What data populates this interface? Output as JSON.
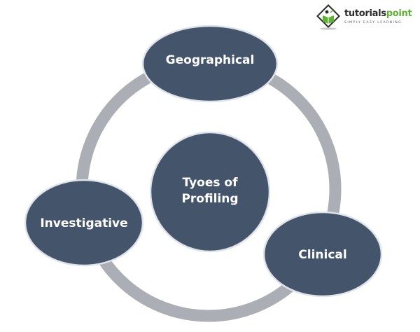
{
  "logo": {
    "name_part1": "tutorials",
    "name_part2": "point",
    "tagline": "SIMPLY EASY LEARNING",
    "icon": "book-diamond-icon"
  },
  "diagram": {
    "center": {
      "line1": "Tyoes of",
      "line2": "Profiling"
    },
    "nodes": [
      {
        "id": "geographical",
        "label": "Geographical"
      },
      {
        "id": "investigative",
        "label": "Investigative"
      },
      {
        "id": "clinical",
        "label": "Clinical"
      }
    ],
    "colors": {
      "node_fill": "#44546a",
      "node_border": "#dfe3ea",
      "ring": "#abaeb5",
      "text": "#ffffff",
      "logo_green": "#5fb233"
    }
  }
}
